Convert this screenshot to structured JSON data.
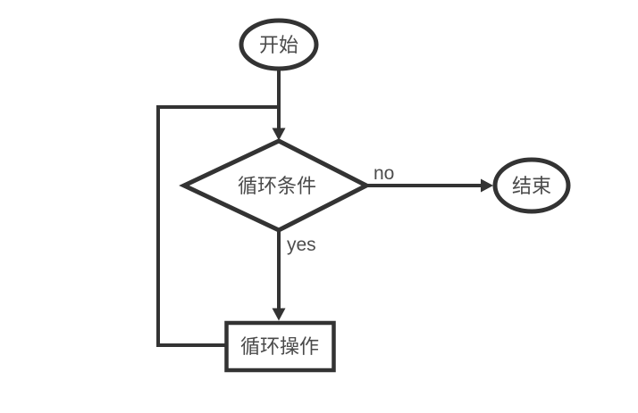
{
  "diagram": {
    "type": "flowchart",
    "nodes": {
      "start": {
        "label": "开始",
        "shape": "ellipse"
      },
      "condition": {
        "label": "循环条件",
        "shape": "diamond"
      },
      "end": {
        "label": "结束",
        "shape": "ellipse"
      },
      "operation": {
        "label": "循环操作",
        "shape": "rectangle"
      }
    },
    "edge_labels": {
      "no": "no",
      "yes": "yes"
    },
    "colors": {
      "stroke": "#333333",
      "node_text": "#4a4a4a",
      "edge_label_text": "#4d4d4d",
      "background": "#ffffff"
    }
  }
}
